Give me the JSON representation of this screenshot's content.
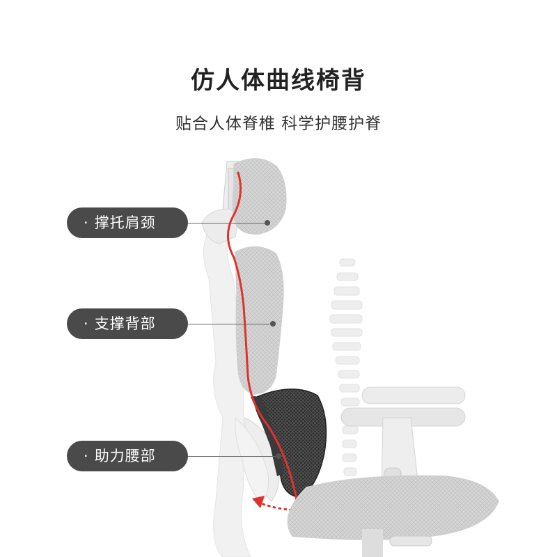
{
  "title": "仿人体曲线椅背",
  "subtitle": "贴合人体脊椎 科学护腰护脊",
  "labels": [
    {
      "dot": "·",
      "text": "撑托肩颈"
    },
    {
      "dot": "·",
      "text": "支撑背部"
    },
    {
      "dot": "·",
      "text": "助力腰部"
    }
  ],
  "colors": {
    "pill": "#4a4a4a",
    "spine_curve": "#e0322d",
    "mesh_light": "#d8d8d8",
    "mesh_dark": "#3a3a3a"
  }
}
